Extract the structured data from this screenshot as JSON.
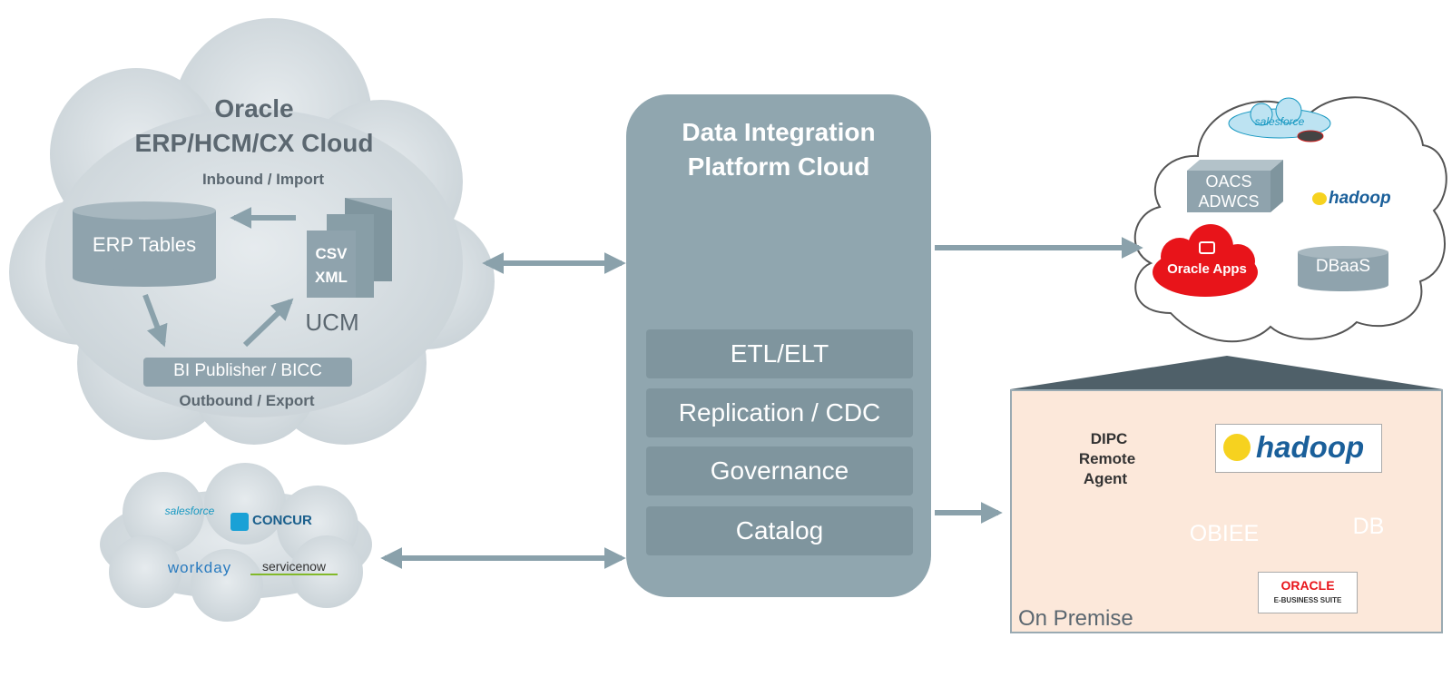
{
  "erp_cloud": {
    "title_line1": "Oracle",
    "title_line2": "ERP/HCM/CX Cloud",
    "inbound_label": "Inbound / Import",
    "erp_tables_label": "ERP Tables",
    "csv_label": "CSV",
    "xml_label": "XML",
    "ucm_label": "UCM",
    "bi_publisher_label": "BI Publisher / BICC",
    "outbound_label": "Outbound / Export"
  },
  "saas_cloud": {
    "salesforce": "salesforce",
    "concur": "CONCUR",
    "workday": "workday",
    "servicenow": "servicenow"
  },
  "dipc": {
    "title_line1": "Data Integration",
    "title_line2": "Platform Cloud",
    "capabilities": [
      "ETL/ELT",
      "Replication / CDC",
      "Governance",
      "Catalog"
    ]
  },
  "target_cloud": {
    "salesforce": "salesforce",
    "oacs": "OACS",
    "adwcs": "ADWCS",
    "hadoop": "hadoop",
    "oracle_apps": "Oracle Apps",
    "dbaas": "DBaaS"
  },
  "on_premise": {
    "label": "On Premise",
    "dipc_agent_line1": "DIPC",
    "dipc_agent_line2": "Remote",
    "dipc_agent_line3": "Agent",
    "hadoop": "hadoop",
    "obiee": "OBIEE",
    "db": "DB",
    "oracle_brand": "ORACLE",
    "ebs_label": "E-BUSINESS SUITE"
  },
  "colors": {
    "cloud_fill": "#d3dbdf",
    "panel_fill": "#90a6af",
    "row_fill": "#7f959e",
    "arrow": "#8aa1ab",
    "text_dark": "#5b6770",
    "premise_bg": "#fce8da",
    "oracle_red": "#e8141a",
    "agent_pink": "#f8d2d4",
    "hadoop_yellow": "#f6d21f",
    "concur_blue": "#1aa1d6",
    "workday_blue": "#2a7bbf",
    "salesforce_blue": "#1798c1"
  }
}
